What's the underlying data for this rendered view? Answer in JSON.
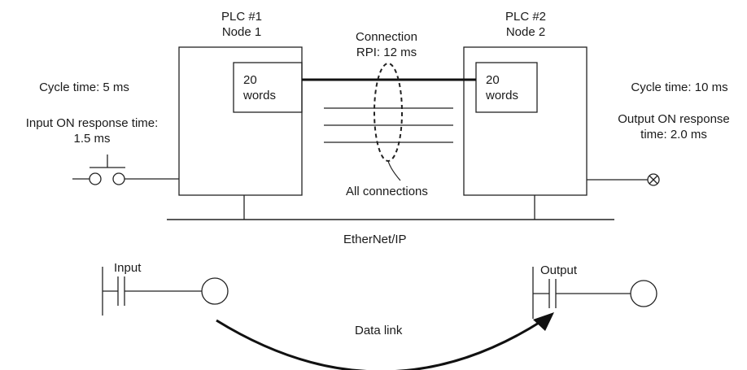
{
  "plc1": {
    "title": "PLC #1",
    "node": "Node 1",
    "buffer_count": "20",
    "buffer_unit": "words"
  },
  "plc2": {
    "title": "PLC #2",
    "node": "Node 2",
    "buffer_count": "20",
    "buffer_unit": "words"
  },
  "connection": {
    "title": "Connection",
    "rpi": "RPI: 12 ms",
    "all_connections": "All connections"
  },
  "left_specs": {
    "cycle_time": "Cycle time: 5 ms",
    "input_response_1": "Input ON response time:",
    "input_response_2": "1.5 ms"
  },
  "right_specs": {
    "cycle_time": "Cycle time: 10 ms",
    "output_response_1": "Output ON response",
    "output_response_2": "time: 2.0 ms"
  },
  "network": {
    "label": "EtherNet/IP"
  },
  "ladder": {
    "input_label": "Input",
    "output_label": "Output",
    "data_link_label": "Data link"
  }
}
